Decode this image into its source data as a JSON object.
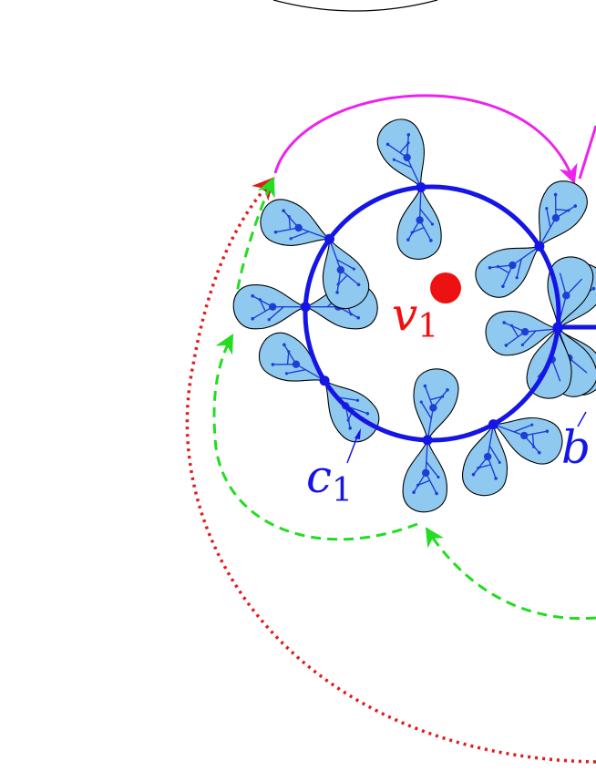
{
  "labels": {
    "v1": {
      "base": "v",
      "sub": "1"
    },
    "c1": {
      "base": "c",
      "sub": "1"
    },
    "b": {
      "base": "b"
    }
  },
  "colors": {
    "circle": "#1515e6",
    "petal_fill": "#8fc9ef",
    "petal_stroke": "#000000",
    "tree": "#1e3fd6",
    "vertex": "#ee1111",
    "label_v": "#ee1111",
    "label_c": "#1515e6",
    "arrow_top": "#ee22ee",
    "arrow_green": "#22dd22",
    "arrow_red": "#e41a1a"
  }
}
